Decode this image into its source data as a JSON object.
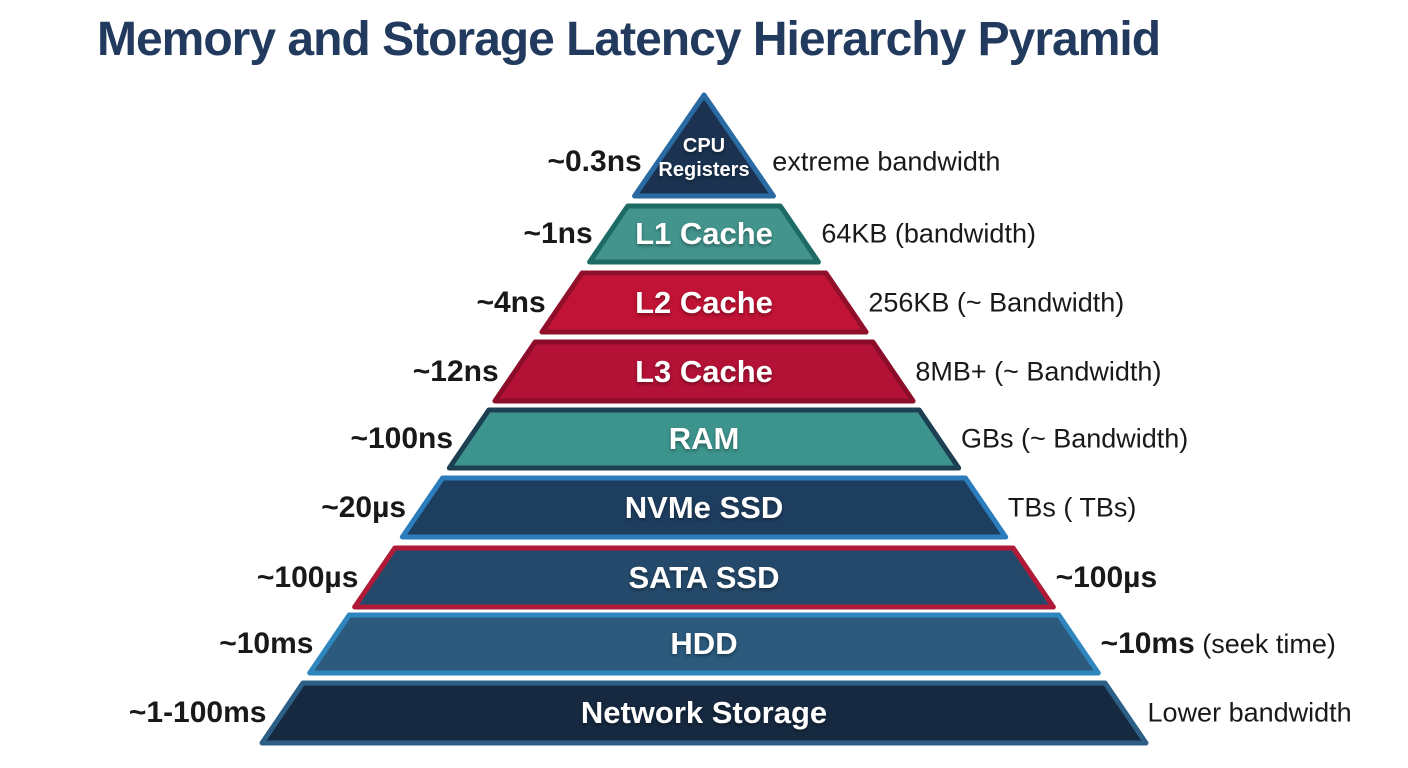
{
  "page": {
    "title": "Memory and Storage Latency Hierarchy Pyramid"
  },
  "pyramid": {
    "levels": [
      {
        "name": "cpu-registers",
        "label": "CPU\nRegisters",
        "left_label": "~0.3ns",
        "right_label_bold": "",
        "right_label": "extreme bandwidth",
        "fill": "#1b3350",
        "border": "#2a6aa3"
      },
      {
        "name": "l1-cache",
        "label": "L1 Cache",
        "left_label": "~1ns",
        "right_label_bold": "",
        "right_label": "64KB (bandwidth)",
        "fill": "#42948d",
        "border": "#1d6b64"
      },
      {
        "name": "l2-cache",
        "label": "L2 Cache",
        "left_label": "~4ns",
        "right_label_bold": "",
        "right_label": "256KB (~ Bandwidth)",
        "fill": "#c11335",
        "border": "#90102a"
      },
      {
        "name": "l3-cache",
        "label": "L3 Cache",
        "left_label": "~12ns",
        "right_label_bold": "",
        "right_label": "8MB+ (~ Bandwidth)",
        "fill": "#b31135",
        "border": "#8c0d29"
      },
      {
        "name": "ram",
        "label": "RAM",
        "left_label": "~100ns",
        "right_label_bold": "",
        "right_label": "GBs (~ Bandwidth)",
        "fill": "#3d948d",
        "border": "#1d3f52"
      },
      {
        "name": "nvme-ssd",
        "label": "NVMe SSD",
        "left_label": "~20µs",
        "right_label_bold": "",
        "right_label": "TBs ( TBs)",
        "fill": "#1e3e60",
        "border": "#2c7dbd"
      },
      {
        "name": "sata-ssd",
        "label": "SATA SSD",
        "left_label": "~100µs",
        "right_label_bold": "~100µs",
        "right_label": "",
        "fill": "#25496a",
        "border": "#ae1a38"
      },
      {
        "name": "hdd",
        "label": "HDD",
        "left_label": "~10ms",
        "right_label_bold": "~10ms",
        "right_label": " (seek time)",
        "fill": "#2b5a7d",
        "border": "#2f86bf"
      },
      {
        "name": "network-storage",
        "label": "Network Storage",
        "left_label": "~1-100ms",
        "right_label_bold": "",
        "right_label": "Lower bandwidth",
        "fill": "#162940",
        "border": "#2d5f86"
      }
    ]
  }
}
